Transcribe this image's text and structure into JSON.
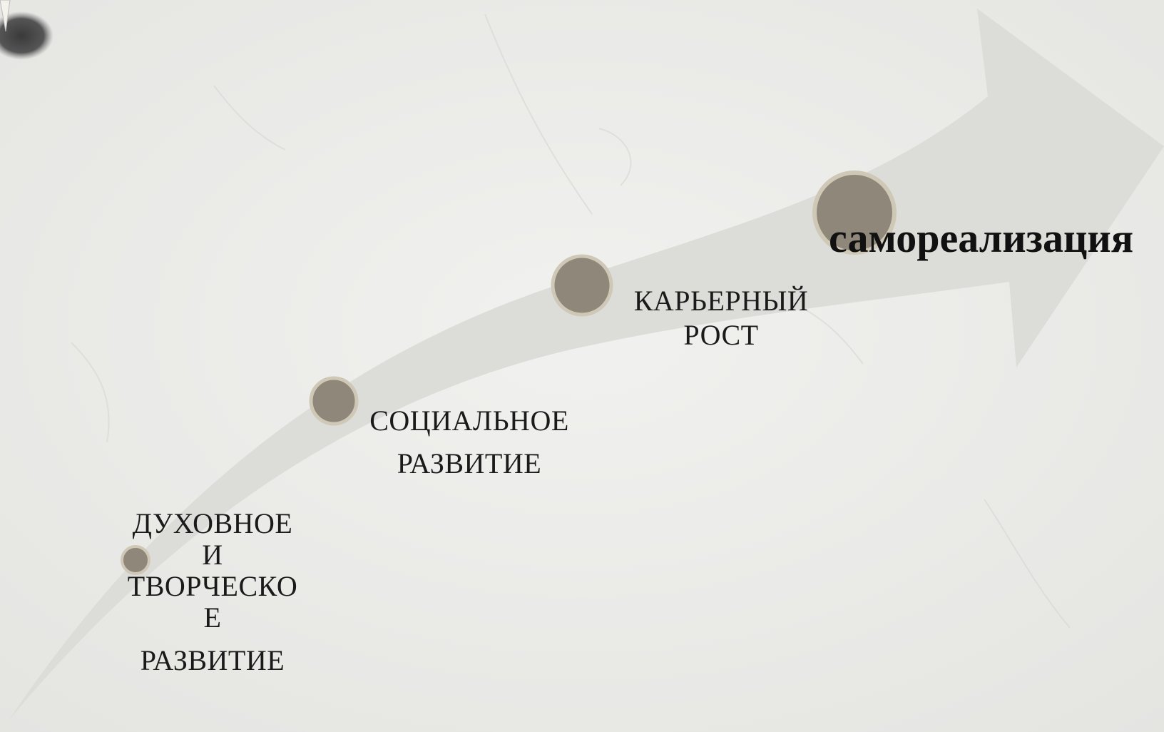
{
  "colors": {
    "background": "#ececea",
    "arrow": "#dcdcd9",
    "dot": "#8f887a",
    "dot_ring": "#cfc8b6",
    "text": "#1a1a1a"
  },
  "stages": [
    {
      "lines": [
        "ДУХОВНОЕ",
        "И",
        "ТВОРЧЕСКО",
        "Е",
        "РАЗВИТИЕ"
      ]
    },
    {
      "lines": [
        "СОЦИАЛЬНОЕ",
        "РАЗВИТИЕ"
      ]
    },
    {
      "lines": [
        "КАРЬЕРНЫЙ",
        "РОСТ"
      ]
    },
    {
      "lines": [
        "самореализация"
      ]
    }
  ]
}
